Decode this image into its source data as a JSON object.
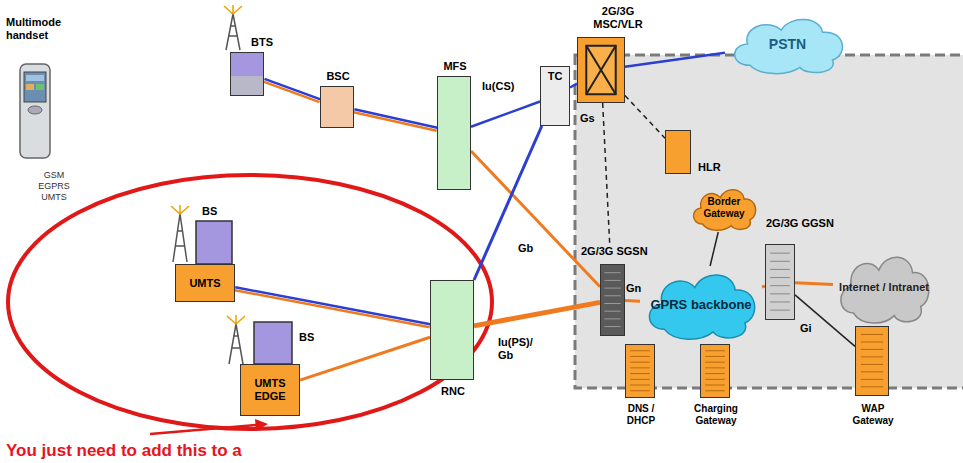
{
  "diagram": {
    "nodes": [
      {
        "text": [
          "Multimode handset",
          "GSM EGPRS UMTS"
        ]
      },
      {
        "text": [
          "BTS"
        ]
      },
      {
        "text": [
          "BSC"
        ]
      },
      {
        "text": [
          "MFS"
        ]
      },
      {
        "text": [
          "TC"
        ]
      },
      {
        "text": [
          "2G/3G MSC/VLR"
        ]
      },
      {
        "text": [
          "PSTN"
        ]
      },
      {
        "text": [
          "HLR"
        ]
      },
      {
        "text": [
          "Border Gateway"
        ]
      },
      {
        "text": [
          "2G/3G SGSN"
        ]
      },
      {
        "text": [
          "GPRS backbone"
        ]
      },
      {
        "text": [
          "2G/3G GGSN"
        ]
      },
      {
        "text": [
          "Internet / Intranet"
        ]
      },
      {
        "text": [
          "BS",
          "UMTS"
        ]
      },
      {
        "text": [
          "BS",
          "UMTS EDGE"
        ]
      },
      {
        "text": [
          "RNC"
        ]
      },
      {
        "text": [
          "DNS / DHCP"
        ]
      },
      {
        "text": [
          "Charging Gateway"
        ]
      },
      {
        "text": [
          "WAP Gateway"
        ]
      }
    ],
    "edges": [
      {
        "from": 1,
        "to": 2,
        "arrow": "none"
      },
      {
        "from": 2,
        "to": 3,
        "arrow": "none"
      },
      {
        "from": 3,
        "to": 4,
        "label": "Iu(CS)",
        "arrow": "none"
      },
      {
        "from": 4,
        "to": 5,
        "arrow": "none"
      },
      {
        "from": 5,
        "to": 6,
        "arrow": "none"
      },
      {
        "from": 5,
        "to": 7,
        "arrow": "none"
      },
      {
        "from": 5,
        "to": 9,
        "label": "Gs",
        "arrow": "none"
      },
      {
        "from": 3,
        "to": 9,
        "label": "Gb",
        "arrow": "none"
      },
      {
        "from": 15,
        "to": 4,
        "arrow": "none"
      },
      {
        "from": 15,
        "to": 9,
        "label": "Iu(PS)/ Gb",
        "arrow": "none"
      },
      {
        "from": 13,
        "to": 15,
        "arrow": "none"
      },
      {
        "from": 14,
        "to": 15,
        "arrow": "none"
      },
      {
        "from": 9,
        "to": 10,
        "label": "Gn",
        "arrow": "none"
      },
      {
        "from": 8,
        "to": 10,
        "arrow": "none"
      },
      {
        "from": 10,
        "to": 11,
        "arrow": "none"
      },
      {
        "from": 11,
        "to": 12,
        "label": "Gi",
        "arrow": "none"
      },
      {
        "from": 11,
        "to": 18,
        "arrow": "none"
      }
    ],
    "labels": [
      "You just need to add this to a"
    ]
  }
}
